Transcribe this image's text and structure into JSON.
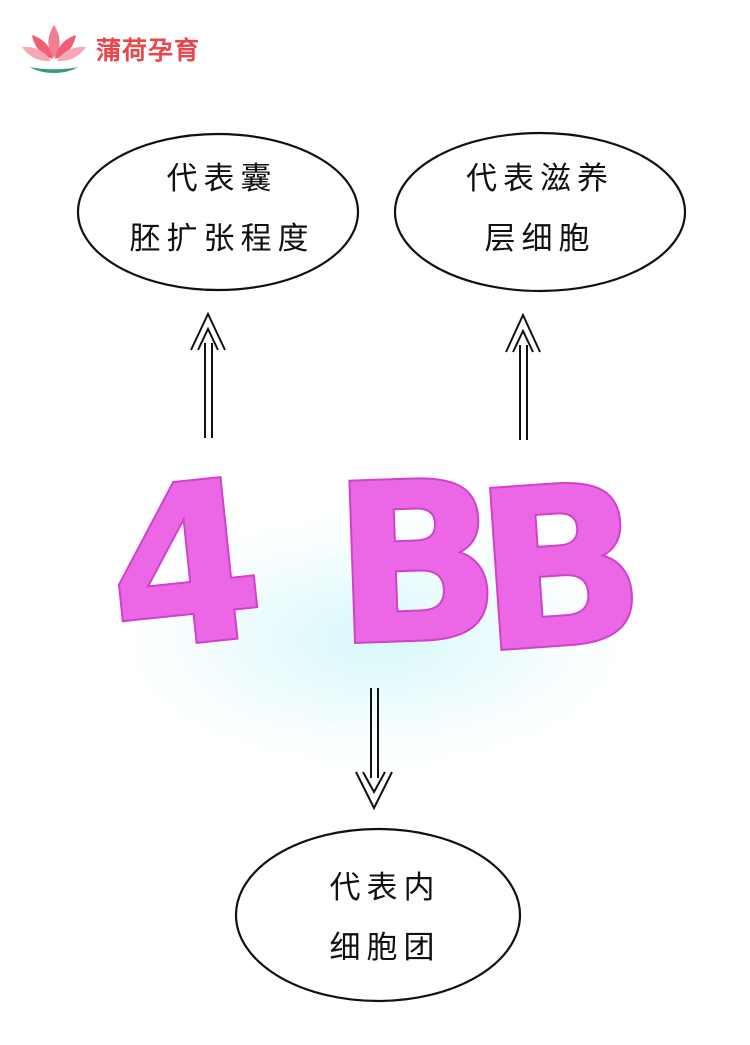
{
  "brand": {
    "name": "蒲荷孕育",
    "color": "#e5484d"
  },
  "center_code": {
    "value": "4BB",
    "chars": [
      "4",
      "B",
      "B"
    ],
    "color": "#ec67e6"
  },
  "nodes": {
    "top_left": {
      "lines": [
        "代表囊",
        "胚扩张程度"
      ]
    },
    "top_right": {
      "lines": [
        "代表滋养",
        "层细胞"
      ]
    },
    "bottom": {
      "lines": [
        "代表内",
        "细胞团"
      ]
    }
  }
}
